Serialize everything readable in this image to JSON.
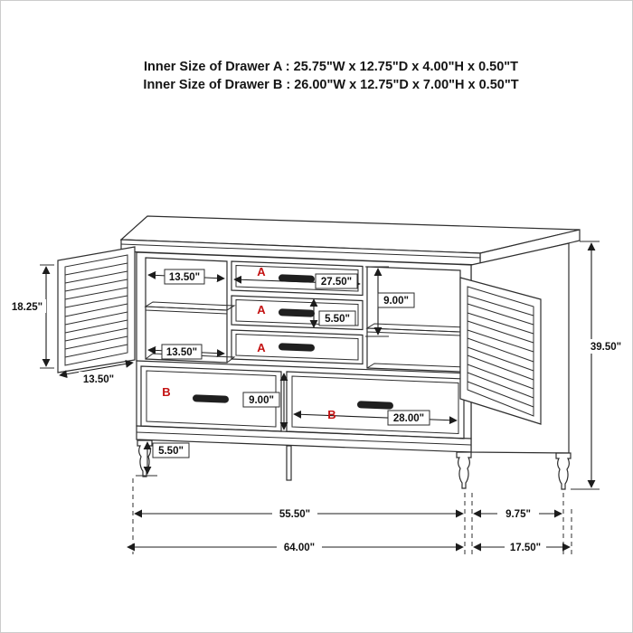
{
  "header": {
    "line1": "Inner Size of Drawer A : 25.75\"W x 12.75\"D x 4.00\"H x 0.50\"T",
    "line2": "Inner Size of Drawer B : 26.00\"W x 12.75\"D x 7.00\"H x 0.50\"T"
  },
  "drawer_labels": {
    "a": "A",
    "b": "B"
  },
  "dimensions": {
    "left_shelf_width_top": "13.50\"",
    "drawer_a_width": "27.50\"",
    "upper_drawers_height": "9.00\"",
    "drawer_a_spacing": "5.50\"",
    "left_shelf_width_bottom": "13.50\"",
    "door_height": "18.25\"",
    "door_width": "13.50\"",
    "drawer_b_height": "9.00\"",
    "drawer_b_width": "28.00\"",
    "leg_height": "5.50\"",
    "overall_height": "39.50\"",
    "front_leg_span": "55.50\"",
    "side_leg_span": "9.75\"",
    "overall_width": "64.00\"",
    "overall_depth": "17.50\""
  },
  "colors": {
    "line": "#2e2e2e",
    "accent_red": "#c41212",
    "background": "#ffffff",
    "border": "#cccccc"
  }
}
